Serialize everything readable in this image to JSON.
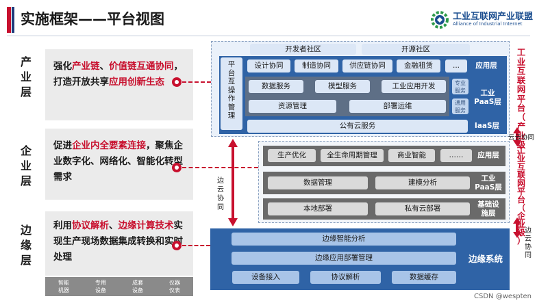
{
  "header": {
    "title": "实施框架——平台视图",
    "logo_cn": "工业互联网产业联盟",
    "logo_en": "Alliance of Industrial Internet"
  },
  "tiers": {
    "industry": [
      "产",
      "业",
      "层"
    ],
    "enterprise": [
      "企",
      "业",
      "层"
    ],
    "edge": [
      "边",
      "缘",
      "层"
    ]
  },
  "panels": {
    "industry": [
      {
        "t": "强化",
        "h": false
      },
      {
        "t": "产业链",
        "h": true
      },
      {
        "t": "、",
        "h": false
      },
      {
        "t": "价值链互通协同",
        "h": true
      },
      {
        "t": "，打造开放共享",
        "h": false
      },
      {
        "t": "应用创新生态",
        "h": true
      }
    ],
    "enterprise": [
      {
        "t": "促进",
        "h": false
      },
      {
        "t": "企业内全要素连接",
        "h": true
      },
      {
        "t": "，聚焦企业数字化、网络化、智能化转型需求",
        "h": false
      }
    ],
    "edge": [
      {
        "t": "利用",
        "h": false
      },
      {
        "t": "协议解析",
        "h": true
      },
      {
        "t": "、",
        "h": false
      },
      {
        "t": "边缘计算技术",
        "h": true
      },
      {
        "t": "实现生产现场数据集成转换和实时处理",
        "h": false
      }
    ]
  },
  "devices": [
    {
      "l1": "智能",
      "l2": "机器"
    },
    {
      "l1": "专用",
      "l2": "设备"
    },
    {
      "l1": "成套",
      "l2": "设备"
    },
    {
      "l1": "仪器",
      "l2": "仪表"
    }
  ],
  "cloud": {
    "community": [
      "开发者社区",
      "开源社区"
    ],
    "vertical_label": [
      "平",
      "台",
      "互",
      "操",
      "作",
      "管",
      "理"
    ],
    "apps": [
      "设计协同",
      "制造协同",
      "供应链协同",
      "金融租赁",
      "..."
    ],
    "app_layer": "应用层",
    "paas_row1": [
      "数据服务",
      "模型服务",
      "工业应用开发"
    ],
    "paas_tag1": [
      "专业",
      "服务"
    ],
    "paas_row2": [
      "资源管理",
      "部署运维"
    ],
    "paas_tag2": [
      "通用",
      "服务"
    ],
    "paas_label": [
      "工业",
      "PaaS层"
    ],
    "iaas": "公有云服务",
    "iaas_label": "IaaS层",
    "side_title": [
      "工",
      "业",
      "互",
      "联",
      "网",
      "平",
      "台",
      "（",
      "产",
      "业",
      "级",
      "）"
    ]
  },
  "enterprise": {
    "apps": [
      "生产优化",
      "全生命周期管理",
      "商业智能",
      "……"
    ],
    "app_layer": "应用层",
    "paas_row": [
      "数据管理",
      "建模分析"
    ],
    "paas_label": [
      "工业",
      "PaaS层"
    ],
    "infra_row": [
      "本地部署",
      "私有云部署"
    ],
    "infra_label": [
      "基础设",
      "施层"
    ],
    "side_title": [
      "工",
      "业",
      "互",
      "联",
      "网",
      "平",
      "台",
      "（",
      "企",
      "业",
      "级",
      "）"
    ]
  },
  "edge": {
    "rows": [
      "边缘智能分析",
      "边缘应用部署管理"
    ],
    "bottom": [
      "设备接入",
      "协议解析",
      "数据缓存"
    ],
    "label": "边缘系统"
  },
  "notes": {
    "edge_cloud_center": [
      "边",
      "云",
      "协",
      "同"
    ],
    "cloud_sync_right": "云云协同",
    "edge_cloud_right": [
      "边",
      "云",
      "协",
      "同"
    ]
  },
  "watermark": "CSDN @wespten",
  "colors": {
    "accent_red": "#c8102e",
    "dark_blue": "#1f3a7a",
    "layer_blue": "#2f63a6",
    "panel_gray": "#ebebeb"
  }
}
